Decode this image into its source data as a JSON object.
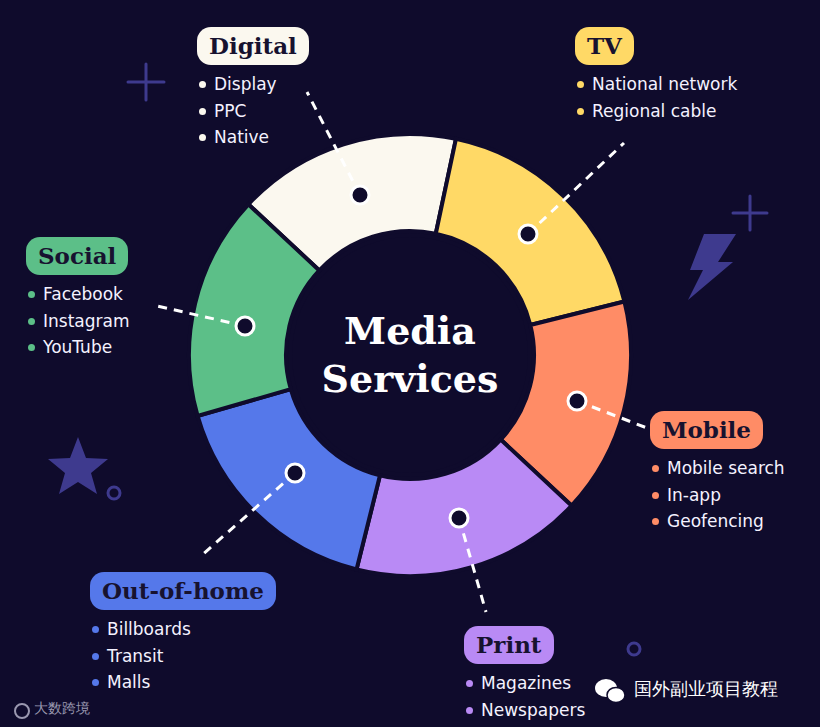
{
  "diagram": {
    "nodes": [
      {
        "text": [
          "Digital",
          "Display",
          "PPC",
          "Native"
        ]
      },
      {
        "text": [
          "TV",
          "National network",
          "Regional cable"
        ]
      },
      {
        "text": [
          "Social",
          "Facebook",
          "Instagram",
          "YouTube"
        ]
      },
      {
        "text": [
          "Media Services"
        ]
      },
      {
        "text": [
          "Mobile",
          "Mobile search",
          "In-app",
          "Geofencing"
        ]
      },
      {
        "text": [
          "Out-of-home",
          "Billboards",
          "Transit",
          "Malls"
        ]
      },
      {
        "text": [
          "Print",
          "Magazines",
          "Newspapers"
        ]
      }
    ],
    "labels": [
      "大数跨境",
      "国外副业项目教程"
    ]
  }
}
